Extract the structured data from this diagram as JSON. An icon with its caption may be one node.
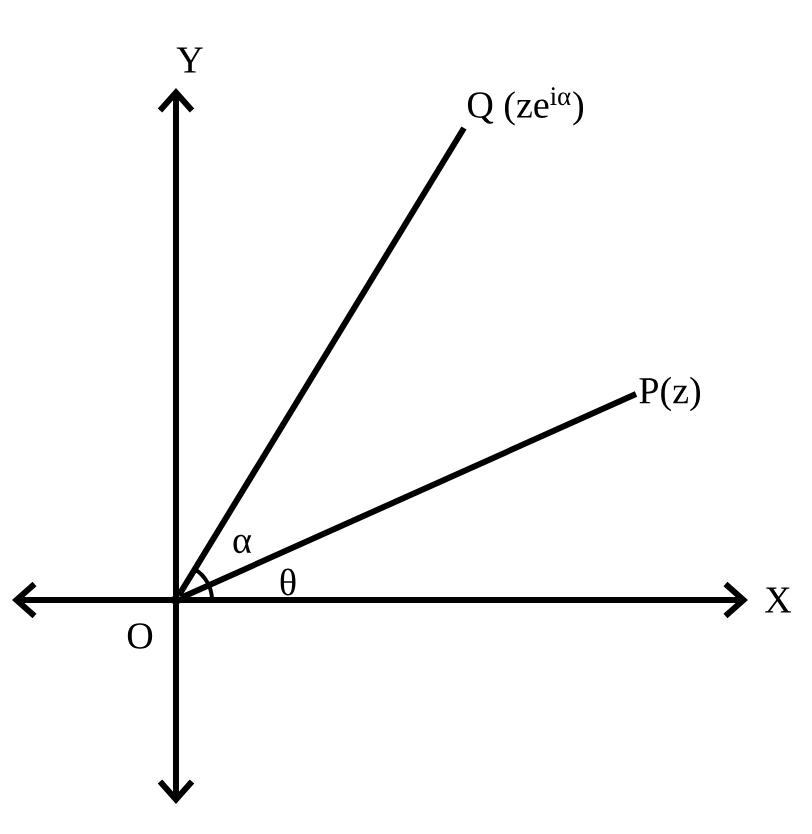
{
  "diagram": {
    "nodes": [
      {
        "text": [],
        "shape": "point",
        "beside": [
          "O"
        ]
      },
      {
        "text": [
          "P(z)"
        ]
      },
      {
        "text": [
          "Q (ze$^{iα}$)"
        ]
      }
    ],
    "edges": [
      {
        "from": 0,
        "to": 1,
        "arrow": "none"
      },
      {
        "from": 0,
        "to": 2,
        "arrow": "none"
      }
    ],
    "labels": [
      "Y",
      "X",
      "α",
      "θ"
    ]
  }
}
